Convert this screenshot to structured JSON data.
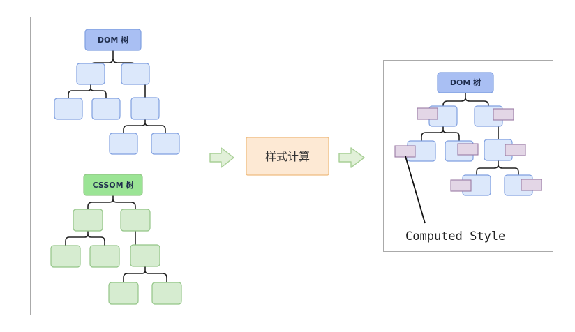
{
  "dom_tree": {
    "root_label": "DOM 树"
  },
  "cssom_tree": {
    "root_label": "CSSOM 树"
  },
  "process": {
    "label": "样式计算"
  },
  "result_tree": {
    "root_label": "DOM 树",
    "annotation": "Computed Style"
  },
  "colors": {
    "dom_root_fill": "#a9bff3",
    "dom_node_fill": "#dce8fb",
    "dom_stroke": "#7f9fe0",
    "cssom_root_fill": "#9be495",
    "cssom_node_fill": "#d6ecd0",
    "cssom_stroke": "#93c587",
    "process_fill": "#fde9d4",
    "process_stroke": "#efbc7f",
    "style_fill": "#e3d6e6",
    "style_stroke": "#9a7aa4",
    "arrow_fill": "#e1f0d8",
    "arrow_stroke": "#a8cf96"
  }
}
